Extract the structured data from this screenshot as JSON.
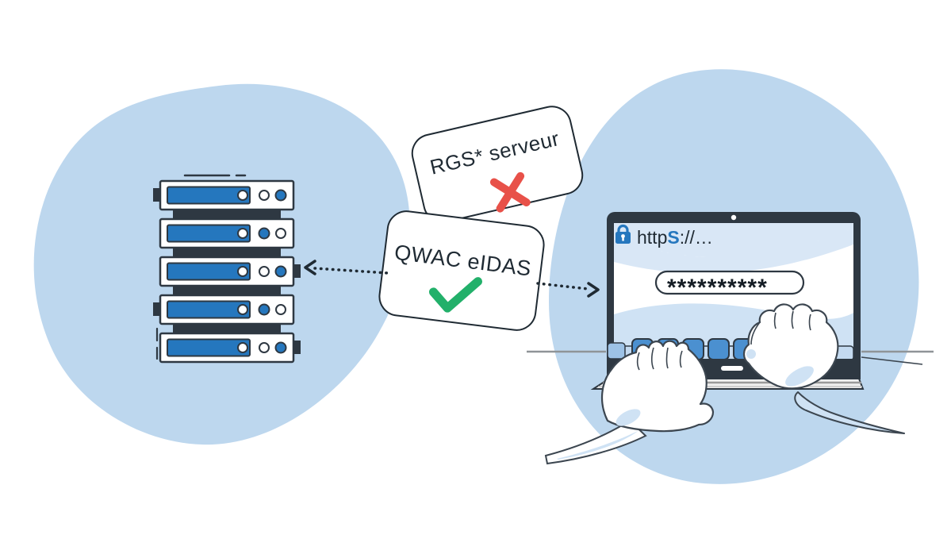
{
  "scene": {
    "certificates": {
      "rejected_card": {
        "label": "RGS* serveur",
        "icon": "red-cross-icon"
      },
      "accepted_card": {
        "label": "QWAC eIDAS",
        "icon": "green-check-icon"
      }
    },
    "server_rack": {
      "icon": "server-rack-icon",
      "unit_count": "5"
    },
    "laptop": {
      "address_bar": {
        "icon": "lock-icon",
        "prefix": "http",
        "secure_letter": "S",
        "suffix": "://…"
      },
      "password_field": {
        "value": "**********"
      }
    },
    "colors": {
      "blob_blue": "#bdd7ee",
      "primary_blue": "#2577be",
      "key_blue": "#4b90d0",
      "outline_dark": "#2e3842",
      "cross_red": "#e85149",
      "check_green": "#22b06a",
      "shade_blue": "#cfe2f4",
      "table_gray": "#8f9498"
    }
  }
}
